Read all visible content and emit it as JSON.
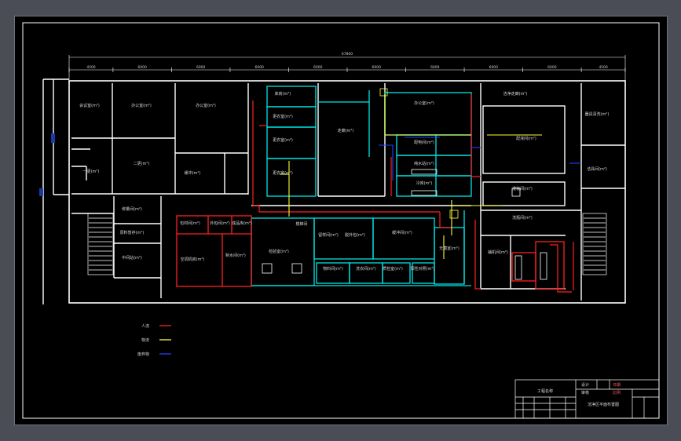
{
  "title_block": {
    "cells": [
      "设计",
      "审核",
      "日期",
      "比例",
      "工程名称",
      "洁净区平面布置图"
    ]
  },
  "dimensions": {
    "total": "67800",
    "segments": [
      "4500",
      "6000",
      "6000",
      "6000",
      "6000",
      "6000",
      "6000",
      "6000",
      "6000",
      "4500"
    ]
  },
  "rooms": [
    "会议室(m²)",
    "办公室(m²)",
    "办公室(m²)",
    "库房(m²)",
    "走廊(m²)",
    "办公室(m²)",
    "更衣室(m²)",
    "更衣室(m²)",
    "更衣室(m²)",
    "一更(m²)",
    "二更(m²)",
    "缓冲(m²)",
    "洁净走廊(m²)",
    "配液间(m²)",
    "灌装间(m²)",
    "洗瓶间(m²)",
    "器具清洗(m²)",
    "洁具间(m²)",
    "称量间(m²)",
    "原料暂存(m²)",
    "中间站(m²)",
    "包材间(m²)",
    "外包间(m²)",
    "成品库(m²)",
    "空调机房(m²)",
    "制水间(m²)",
    "检验室(m²)",
    "留样间(m²)",
    "脱外包(m²)",
    "缓冲间(m²)",
    "物料间(m²)",
    "洗衣间(m²)",
    "质检室(m²)",
    "阳性对照(m²)",
    "无菌室(m²)",
    "辅机间(m²)",
    "配电间(m²)",
    "纯水站(m²)",
    "冷库(m²)",
    "楼梯间"
  ],
  "legend": [
    {
      "label": "人流",
      "color": "#ff2020"
    },
    {
      "label": "物流",
      "color": "#ffff33"
    },
    {
      "label": "废弃物",
      "color": "#2040ff"
    }
  ],
  "colors": {
    "wall": "#ffffff",
    "clean_zone": "#00e5e5",
    "personnel_flow": "#ff2020",
    "material_flow": "#ffff33",
    "waste_flow": "#2040ff",
    "background": "#000000"
  }
}
